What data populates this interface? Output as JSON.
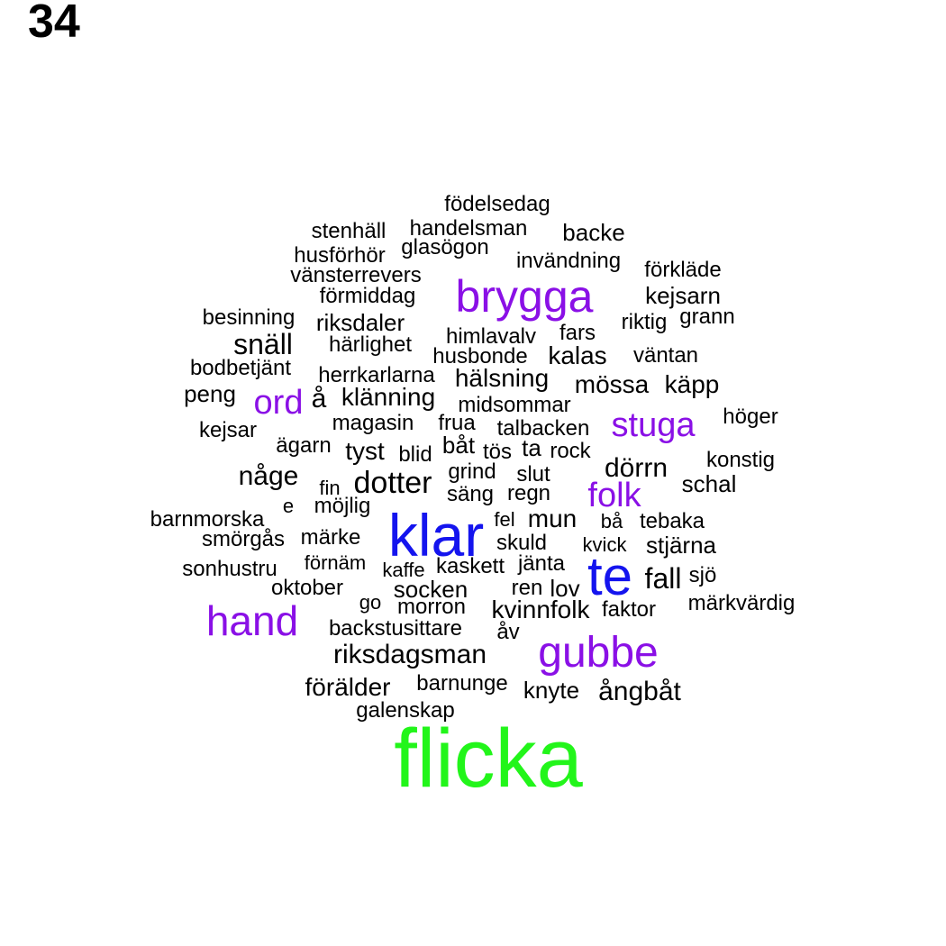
{
  "page_number": "34",
  "colors": {
    "black": "#000000",
    "purple": "#8a10e6",
    "blue": "#1414ee",
    "green": "#22f51a"
  },
  "words": [
    {
      "text": "flicka",
      "color": "green"
    },
    {
      "text": "klar",
      "color": "blue"
    },
    {
      "text": "te",
      "color": "blue"
    },
    {
      "text": "brygga",
      "color": "purple"
    },
    {
      "text": "gubbe",
      "color": "purple"
    },
    {
      "text": "hand",
      "color": "purple"
    },
    {
      "text": "stuga",
      "color": "purple"
    },
    {
      "text": "folk",
      "color": "purple"
    },
    {
      "text": "ord",
      "color": "purple"
    },
    {
      "text": "födelsedag",
      "color": "black"
    },
    {
      "text": "stenhäll",
      "color": "black"
    },
    {
      "text": "handelsman",
      "color": "black"
    },
    {
      "text": "backe",
      "color": "black"
    },
    {
      "text": "glasögon",
      "color": "black"
    },
    {
      "text": "husförhör",
      "color": "black"
    },
    {
      "text": "invändning",
      "color": "black"
    },
    {
      "text": "vänsterrevers",
      "color": "black"
    },
    {
      "text": "förkläde",
      "color": "black"
    },
    {
      "text": "förmiddag",
      "color": "black"
    },
    {
      "text": "kejsarn",
      "color": "black"
    },
    {
      "text": "besinning",
      "color": "black"
    },
    {
      "text": "riksdaler",
      "color": "black"
    },
    {
      "text": "riktig",
      "color": "black"
    },
    {
      "text": "grann",
      "color": "black"
    },
    {
      "text": "snäll",
      "color": "black"
    },
    {
      "text": "fars",
      "color": "black"
    },
    {
      "text": "himlavalv",
      "color": "black"
    },
    {
      "text": "härlighet",
      "color": "black"
    },
    {
      "text": "husbonde",
      "color": "black"
    },
    {
      "text": "kalas",
      "color": "black"
    },
    {
      "text": "väntan",
      "color": "black"
    },
    {
      "text": "bodbetjänt",
      "color": "black"
    },
    {
      "text": "herrkarlarna",
      "color": "black"
    },
    {
      "text": "hälsning",
      "color": "black"
    },
    {
      "text": "mössa",
      "color": "black"
    },
    {
      "text": "käpp",
      "color": "black"
    },
    {
      "text": "peng",
      "color": "black"
    },
    {
      "text": "å",
      "color": "black"
    },
    {
      "text": "klänning",
      "color": "black"
    },
    {
      "text": "midsommar",
      "color": "black"
    },
    {
      "text": "höger",
      "color": "black"
    },
    {
      "text": "kejsar",
      "color": "black"
    },
    {
      "text": "magasin",
      "color": "black"
    },
    {
      "text": "frua",
      "color": "black"
    },
    {
      "text": "talbacken",
      "color": "black"
    },
    {
      "text": "ägarn",
      "color": "black"
    },
    {
      "text": "tyst",
      "color": "black"
    },
    {
      "text": "blid",
      "color": "black"
    },
    {
      "text": "båt",
      "color": "black"
    },
    {
      "text": "tös",
      "color": "black"
    },
    {
      "text": "ta",
      "color": "black"
    },
    {
      "text": "rock",
      "color": "black"
    },
    {
      "text": "konstig",
      "color": "black"
    },
    {
      "text": "någe",
      "color": "black"
    },
    {
      "text": "dotter",
      "color": "black"
    },
    {
      "text": "grind",
      "color": "black"
    },
    {
      "text": "slut",
      "color": "black"
    },
    {
      "text": "dörrn",
      "color": "black"
    },
    {
      "text": "schal",
      "color": "black"
    },
    {
      "text": "fin",
      "color": "black"
    },
    {
      "text": "säng",
      "color": "black"
    },
    {
      "text": "regn",
      "color": "black"
    },
    {
      "text": "e",
      "color": "black"
    },
    {
      "text": "möjlig",
      "color": "black"
    },
    {
      "text": "barnmorska",
      "color": "black"
    },
    {
      "text": "fel",
      "color": "black"
    },
    {
      "text": "mun",
      "color": "black"
    },
    {
      "text": "bå",
      "color": "black"
    },
    {
      "text": "tebaka",
      "color": "black"
    },
    {
      "text": "smörgås",
      "color": "black"
    },
    {
      "text": "märke",
      "color": "black"
    },
    {
      "text": "skuld",
      "color": "black"
    },
    {
      "text": "kvick",
      "color": "black"
    },
    {
      "text": "stjärna",
      "color": "black"
    },
    {
      "text": "sonhustru",
      "color": "black"
    },
    {
      "text": "förnäm",
      "color": "black"
    },
    {
      "text": "kaffe",
      "color": "black"
    },
    {
      "text": "kaskett",
      "color": "black"
    },
    {
      "text": "jänta",
      "color": "black"
    },
    {
      "text": "fall",
      "color": "black"
    },
    {
      "text": "sjö",
      "color": "black"
    },
    {
      "text": "oktober",
      "color": "black"
    },
    {
      "text": "socken",
      "color": "black"
    },
    {
      "text": "ren",
      "color": "black"
    },
    {
      "text": "lov",
      "color": "black"
    },
    {
      "text": "go",
      "color": "black"
    },
    {
      "text": "morron",
      "color": "black"
    },
    {
      "text": "kvinnfolk",
      "color": "black"
    },
    {
      "text": "faktor",
      "color": "black"
    },
    {
      "text": "märkvärdig",
      "color": "black"
    },
    {
      "text": "backstusittare",
      "color": "black"
    },
    {
      "text": "åv",
      "color": "black"
    },
    {
      "text": "riksdagsman",
      "color": "black"
    },
    {
      "text": "förälder",
      "color": "black"
    },
    {
      "text": "barnunge",
      "color": "black"
    },
    {
      "text": "knyte",
      "color": "black"
    },
    {
      "text": "ångbåt",
      "color": "black"
    },
    {
      "text": "galenskap",
      "color": "black"
    }
  ]
}
